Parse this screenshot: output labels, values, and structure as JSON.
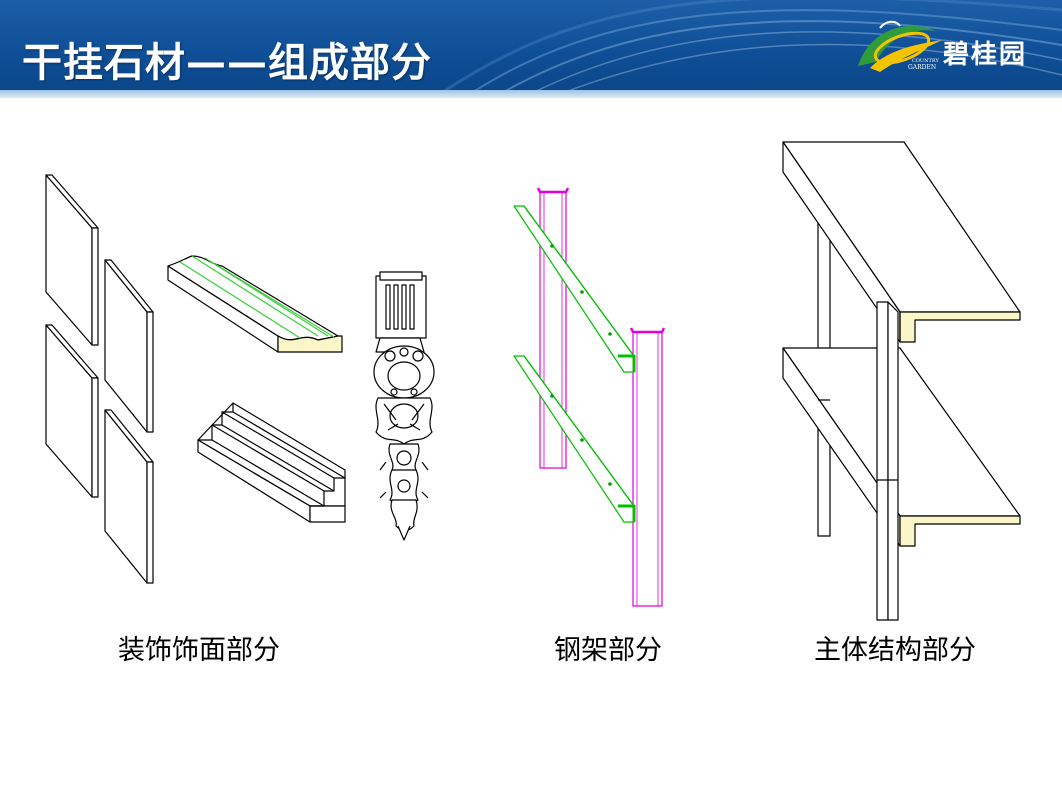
{
  "header": {
    "title": "干挂石材——组成部分",
    "brand_name": "碧桂园",
    "logo_small_text_1": "COUNTRY",
    "logo_small_text_2": "GARDEN"
  },
  "captions": {
    "decorative": "装饰饰面部分",
    "steel_frame": "钢架部分",
    "main_structure": "主体结构部分"
  },
  "colors": {
    "header_blue": "#0f4f97",
    "steel_magenta": "#e000e0",
    "angle_green": "#00d000",
    "slab_edge_yellow": "#fbf6c8"
  }
}
